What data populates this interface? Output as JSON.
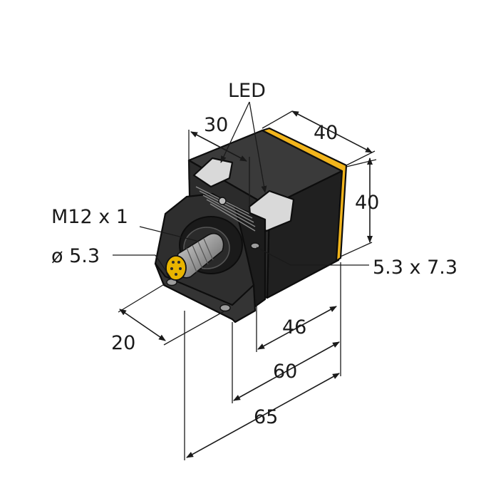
{
  "labels": {
    "led": "LED",
    "dim_top_width": "30",
    "dim_top_depth": "40",
    "dim_face_height": "40",
    "thread": "M12 x 1",
    "hole_diameter": "ø 5.3",
    "slot": "5.3 x 7.3",
    "dim_20": "20",
    "dim_46": "46",
    "dim_60": "60",
    "dim_65": "65"
  },
  "colors": {
    "housing_top": "#3a3a3a",
    "housing_front": "#2a2a2a",
    "housing_side": "#1f1f1f",
    "active_face": "#f2b51c",
    "led_window": "#d8d8d8",
    "connector_pins": "#e8b400",
    "connector_metal": "#a9a9a9"
  }
}
